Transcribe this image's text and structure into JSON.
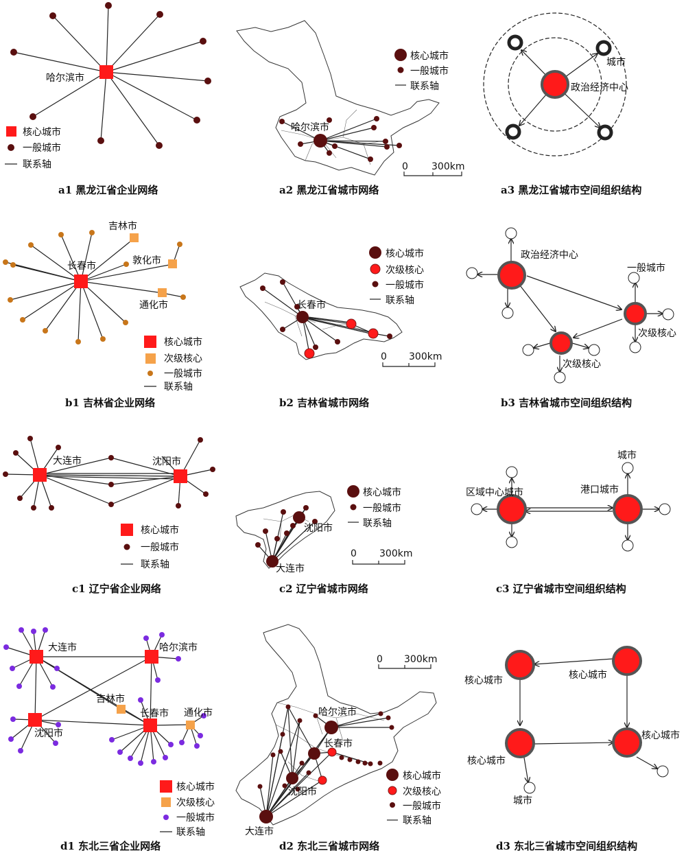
{
  "captions": {
    "a1": "a1 黑龙江省企业网络",
    "a2": "a2 黑龙江省城市网络",
    "a3": "a3 黑龙江省城市空间组织结构",
    "b1": "b1 吉林省企业网络",
    "b2": "b2 吉林省城市网络",
    "b3": "b3 吉林省城市空间组织结构",
    "c1": "c1 辽宁省企业网络",
    "c2": "c2 辽宁省城市网络",
    "c3": "c3 辽宁省城市空间组织结构",
    "d1": "d1 东北三省企业网络",
    "d2": "d2 东北三省城市网络",
    "d3": "d3 东北三省城市空间组织结构"
  },
  "legend": {
    "core_city": "核心城市",
    "sub_core": "次级核心",
    "general_city": "一般城市",
    "link_axis": "联系轴"
  },
  "cities": {
    "harbin": "哈尔滨市",
    "changchun": "长春市",
    "jilin": "吉林市",
    "dunhua": "敦化市",
    "tonghua": "通化市",
    "dalian": "大连市",
    "shenyang": "沈阳市",
    "changchun_map": "长春市",
    "shenyang_map": "沈阳市",
    "dalian_map": "大连市"
  },
  "structure_labels": {
    "city": "城市",
    "pol_econ_center": "政治经济中心",
    "general_city": "一般城市",
    "sub_core": "次级核心",
    "regional_center": "区域中心城市",
    "port_city": "港口城市",
    "core_city": "核心城市"
  },
  "scale": {
    "zero": "0",
    "dist": "300km"
  },
  "colors": {
    "core_red": "#ff1a1a",
    "dark_node": "#5a0f0f",
    "orange_node": "#c8761a",
    "sub_square": "#f5a24a",
    "purple_node": "#7b2be0",
    "ring_grey": "#555555"
  }
}
